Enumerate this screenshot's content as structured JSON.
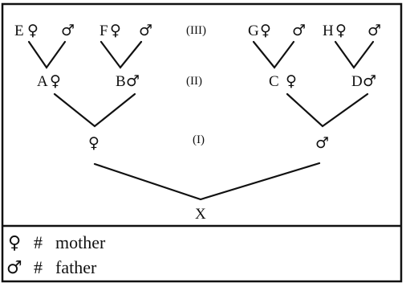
{
  "symbols": {
    "female": "♀",
    "male": "♂",
    "equals": "#"
  },
  "generations": [
    "(III)",
    "(II)",
    "(I)"
  ],
  "great_grandparents": [
    {
      "label": "E",
      "sex": "female"
    },
    {
      "label": "",
      "sex": "male"
    },
    {
      "label": "F",
      "sex": "female"
    },
    {
      "label": "",
      "sex": "male"
    },
    {
      "label": "G",
      "sex": "female"
    },
    {
      "label": "",
      "sex": "male"
    },
    {
      "label": "H",
      "sex": "female"
    },
    {
      "label": "",
      "sex": "male"
    }
  ],
  "grandparents": [
    {
      "label": "A",
      "sex": "female"
    },
    {
      "label": "B",
      "sex": "male"
    },
    {
      "label": "C",
      "sex": "female"
    },
    {
      "label": "D",
      "sex": "male"
    }
  ],
  "parents": [
    {
      "label": "",
      "sex": "female"
    },
    {
      "label": "",
      "sex": "male"
    }
  ],
  "child": {
    "label": "X"
  },
  "legend": [
    {
      "sex": "female",
      "text": "mother"
    },
    {
      "sex": "male",
      "text": "father"
    }
  ]
}
